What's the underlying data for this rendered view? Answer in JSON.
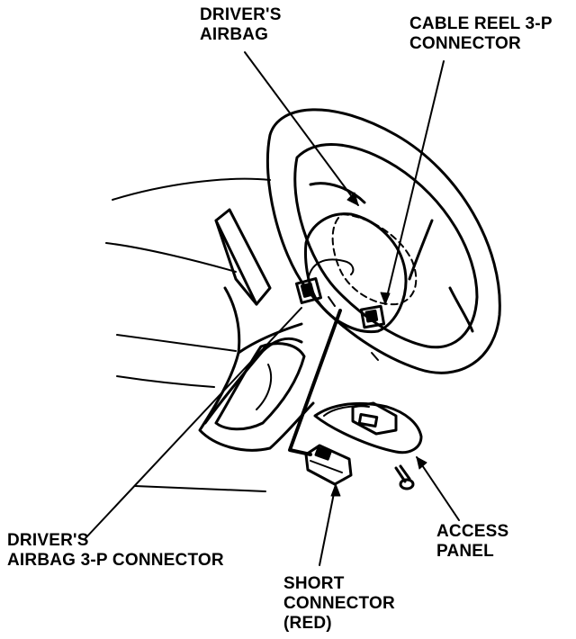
{
  "labels": {
    "drivers_airbag": [
      "DRIVER'S",
      "AIRBAG"
    ],
    "cable_reel_connector": [
      "CABLE REEL 3-P",
      "CONNECTOR"
    ],
    "drivers_airbag_connector": [
      "DRIVER'S",
      "AIRBAG 3-P CONNECTOR"
    ],
    "access_panel": [
      "ACCESS",
      "PANEL"
    ],
    "short_connector": [
      "SHORT",
      "CONNECTOR",
      "(RED)"
    ]
  }
}
